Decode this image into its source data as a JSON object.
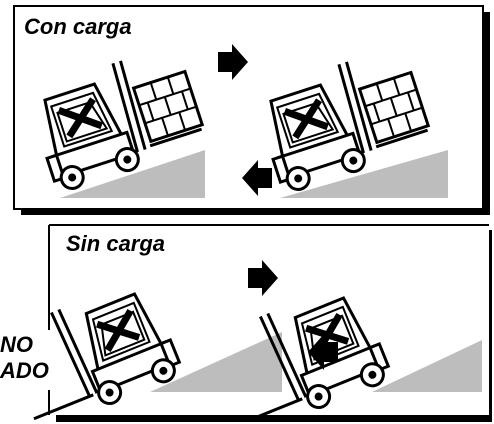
{
  "panels": {
    "loaded_title": "Con carga",
    "unloaded_title": "Sin carga"
  },
  "side_label": {
    "line1": "NO",
    "line2": "ADO"
  },
  "colors": {
    "ink": "#000000",
    "paper": "#ffffff",
    "ramp": "#bdbdbd"
  }
}
